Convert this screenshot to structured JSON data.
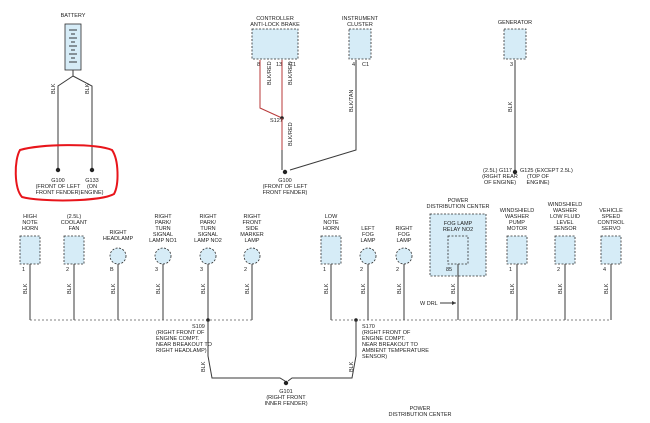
{
  "battery": {
    "title": "BATTERY"
  },
  "top": {
    "controller": {
      "line1": "CONTROLLER",
      "line2": "ANTI-LOCK BRAKE",
      "pin_a": "8",
      "pin_b": "13",
      "conn": "C1"
    },
    "cluster": {
      "line1": "INSTRUMENT",
      "line2": "CLUSTER",
      "pin": "4",
      "conn": "C1"
    },
    "generator": {
      "title": "GENERATOR",
      "pin": "3"
    }
  },
  "wires": {
    "blk": "BLK",
    "blk_red": "BLK/RED",
    "blk_tan": "BLK/TAN",
    "w_drl": "W DRL"
  },
  "splices": {
    "s127": "S127",
    "s109": "S109",
    "s170": "S170"
  },
  "grounds": {
    "g100_top": "G100",
    "g100_top_desc1": "(FRONT OF LEFT",
    "g100_top_desc2": "FRONT FENDER)",
    "g133": "G133",
    "g133_desc1": "(ON",
    "g133_desc2": "ENGINE)",
    "g100_mid": "G100",
    "g100_mid_desc1": "(FRONT OF LEFT",
    "g100_mid_desc2": "FRONT FENDER)",
    "g117_line1": "(2.5L) G117",
    "g117_line2": "(RIGHT REAR",
    "g117_line3": "OF ENGINE)",
    "g125_line1": "G125 (EXCEPT 2.5L)",
    "g125_line2": "(TOP OF",
    "g125_line3": "ENGINE)",
    "g101": "G101",
    "g101_desc1": "(RIGHT FRONT",
    "g101_desc2": "INNER FENDER)"
  },
  "components": [
    {
      "l1": "HIGH",
      "l2": "NOTE",
      "l3": "HORN",
      "pin": "1"
    },
    {
      "l1": "(2.5L)",
      "l2": "COOLANT",
      "l3": "FAN",
      "pin": "2"
    },
    {
      "l1": "RIGHT",
      "l2": "HEADLAMP",
      "pin": "B"
    },
    {
      "l1": "RIGHT",
      "l2": "PARK/",
      "l3": "TURN",
      "l4": "SIGNAL",
      "l5": "LAMP NO1",
      "pin": "3"
    },
    {
      "l1": "RIGHT",
      "l2": "PARK/",
      "l3": "TURN",
      "l4": "SIGNAL",
      "l5": "LAMP NO2",
      "pin": "3"
    },
    {
      "l1": "RIGHT",
      "l2": "FRONT",
      "l3": "SIDE",
      "l4": "MARKER",
      "l5": "LAMP",
      "pin": "2"
    },
    {
      "l1": "LOW",
      "l2": "NOTE",
      "l3": "HORN",
      "pin": "1"
    },
    {
      "l1": "LEFT",
      "l2": "FOG",
      "l3": "LAMP",
      "pin": "2"
    },
    {
      "l1": "RIGHT",
      "l2": "FOG",
      "l3": "LAMP",
      "pin": "2"
    },
    {
      "l1": "POWER",
      "l2": "DISTRIBUTION CENTER",
      "l3": "FOG LAMP",
      "l4": "RELAY NO2",
      "pin": "85"
    },
    {
      "l1": "WINDSHIELD",
      "l2": "WASHER",
      "l3": "PUMP",
      "l4": "MOTOR",
      "pin": "1"
    },
    {
      "l1": "WINDSHIELD",
      "l2": "WASHER",
      "l3": "LOW FLUID",
      "l4": "LEVEL",
      "l5": "SENSOR",
      "pin": "2"
    },
    {
      "l1": "VEHICLE",
      "l2": "SPEED",
      "l3": "CONTROL",
      "l4": "SERVO",
      "pin": "4"
    }
  ],
  "splice_desc": {
    "s109_1": "(RIGHT FRONT OF",
    "s109_2": "ENGINE COMPT.",
    "s109_3": "NEAR BREAKOUT TO",
    "s109_4": "RIGHT HEADLAMP)",
    "s170_1": "(RIGHT FRONT OF",
    "s170_2": "ENGINE COMPT.",
    "s170_3": "NEAR BREAKOUT TO",
    "s170_4": "AMBIENT TEMPERATURE",
    "s170_5": "SENSOR)"
  },
  "footer": {
    "line1": "POWER",
    "line2": "DISTRIBUTION CENTER"
  },
  "colors": {
    "highlight": "#e8151b",
    "component_fill": "#d6ecf7",
    "red_wire": "#b83a3a"
  }
}
